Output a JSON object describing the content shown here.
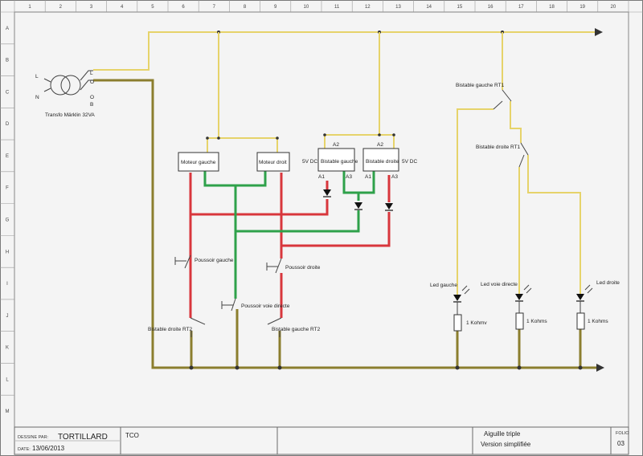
{
  "grid": {
    "columns": [
      "1",
      "2",
      "3",
      "4",
      "5",
      "6",
      "7",
      "8",
      "9",
      "10",
      "11",
      "12",
      "13",
      "14",
      "15",
      "16",
      "17",
      "18",
      "19",
      "20"
    ],
    "rows": [
      "A",
      "B",
      "C",
      "D",
      "E",
      "F",
      "G",
      "H",
      "I",
      "J",
      "K",
      "L",
      "M"
    ]
  },
  "transformer": {
    "label": "Transfo Märklin 32VA",
    "in_l": "L",
    "in_n": "N",
    "out_l": "L",
    "out_o1": "O",
    "out_o2": "O",
    "out_b": "B"
  },
  "motors": {
    "left": "Moteur gauche",
    "right": "Moteur droit"
  },
  "bistables": {
    "left": {
      "label": "Bistable gauche",
      "supply": "5V DC",
      "a1": "A1",
      "a2": "A2",
      "a3": "A3"
    },
    "right": {
      "label": "Bistable droite",
      "supply": "5V DC",
      "a1": "A1",
      "a2": "A2",
      "a3": "A3"
    }
  },
  "switches": {
    "poussoir_gauche": "Poussoir gauche",
    "poussoir_droite": "Poussoir droite",
    "poussoir_voie_directe": "Poussoir voie directe",
    "bistable_droite_rt2": "Bistable droite RT2",
    "bistable_gauche_rt2": "Bistable gauche RT2",
    "bistable_gauche_rt1": "Bistable gauche RT1",
    "bistable_droite_rt1": "Bistable droite RT1"
  },
  "leds": {
    "gauche": "Led gauche",
    "voie_directe": "Led voie directe",
    "droite": "Led droite"
  },
  "resistors": {
    "r1": "1 Kohmv",
    "r2": "1 Kohms",
    "r3": "1 Kohms"
  },
  "title_block": {
    "drawn_by_label": "DESSINE PAR:",
    "drawn_by_value": "TORTILLARD",
    "date_label": "DATE:",
    "date_value": "13/06/2013",
    "project": "TCO",
    "title_line1": "Aiguille triple",
    "title_line2": "Version simplifiée",
    "folio_label": "FOLIO",
    "folio_value": "03"
  },
  "colors": {
    "supply_wire": "#e6d36a",
    "return_wire": "#8b7e2e",
    "red_wire": "#d8363c",
    "green_wire": "#2ea14a"
  }
}
